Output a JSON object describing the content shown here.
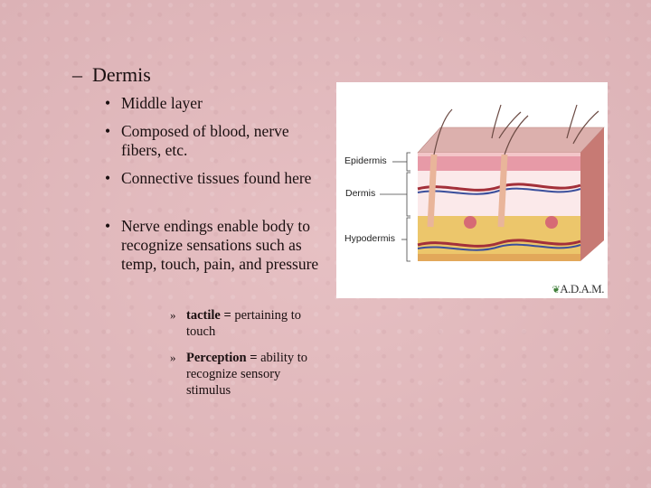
{
  "slide": {
    "heading": {
      "marker": "–",
      "text": "Dermis"
    },
    "bullets": [
      {
        "marker": "•",
        "text": "Middle layer"
      },
      {
        "marker": "•",
        "text": "Composed of blood, nerve fibers, etc."
      },
      {
        "marker": "•",
        "text": "Connective tissues found here"
      },
      {
        "marker": "•",
        "text": "Nerve endings  enable body to recognize sensations such as temp, touch, pain, and pressure"
      }
    ],
    "sub_bullets": [
      {
        "marker": "»",
        "term": "tactile =",
        "definition": " pertaining to touch"
      },
      {
        "marker": "»",
        "term": "Perception =",
        "definition": " ability to recognize sensory stimulus"
      }
    ]
  },
  "figure": {
    "labels": {
      "epidermis": "Epidermis",
      "dermis": "Dermis",
      "hypodermis": "Hypodermis"
    },
    "credit": "A.D.A.M."
  }
}
